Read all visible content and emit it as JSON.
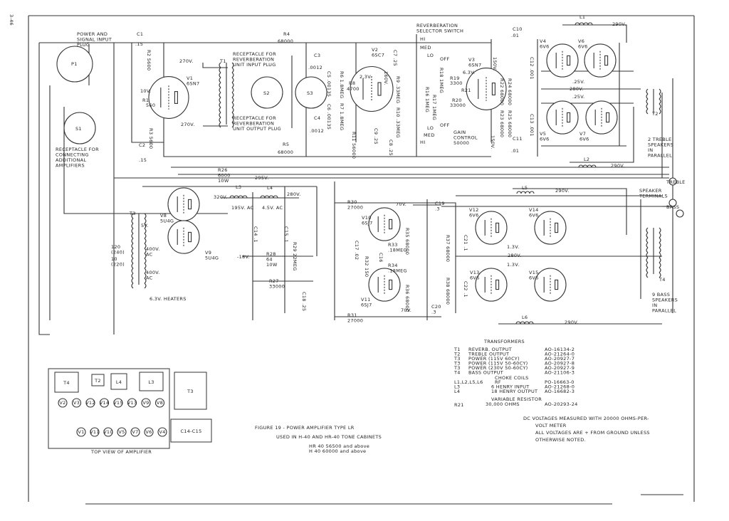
{
  "page_number": "3-46",
  "labels": {
    "plug_title": [
      "POWER AND",
      "SIGNAL INPUT",
      "PLUG"
    ],
    "p1": "P1",
    "s1": "S1",
    "s2": "S2",
    "s3": "S3",
    "receptacle_connecting": [
      "RECEPTACLE FOR",
      "CONNECTING",
      "ADDITIONAL",
      "AMPLIFIERS"
    ],
    "c1": "C1",
    "c1_val": ".15",
    "c2": "C2",
    "c2_val": ".15",
    "r2": "R2 5600",
    "r3": "R3 5600",
    "r4": "R4",
    "r4_val": "68000",
    "r5": "R5",
    "r5_val": "68000",
    "v1": [
      "V1",
      "6SN7"
    ],
    "v1_plate_a": "270V.",
    "v1_plate_b": "270V.",
    "v1_cath": "10V.",
    "r1": "R1",
    "r1_val": "560",
    "t1": "T1",
    "recept_input": [
      "RECEPTACLE FOR",
      "REVERBERATION",
      "UNIT INPUT PLUG"
    ],
    "recept_output": [
      "RECEPTACLE FOR",
      "REVERBERATION",
      "UNIT OUTPUT PLUG"
    ],
    "c3": "C3",
    "c3_val": ".0012",
    "c4": "C4",
    "c4_val": ".0012",
    "c5": "C5 .00135",
    "c6": "C6 .00135",
    "r6": "R6 1.8MEG",
    "r7": "R7 1.8MEG",
    "reverb_switch": [
      "REVERBERATION",
      "SELECTOR SWITCH"
    ],
    "v2": [
      "V2",
      "6SC7"
    ],
    "v2_cath": "2.3V.",
    "r8": "R8",
    "r8_val": "4700",
    "v2_plate": "160V.",
    "r9": "R9 .33MEG",
    "r10": "R10 .33MEG",
    "r11": "R11 56000",
    "c7": "C7 .25",
    "c8": "C8 .25",
    "c9": "C9 .25",
    "sw_hi_top": "HI",
    "sw_med_top": "MED",
    "sw_lo_top": "LO",
    "sw_off_top": "OFF",
    "sw_hi_bot": "HI",
    "sw_med_bot": "MED",
    "sw_lo_bot": "LO",
    "sw_off_bot": "OFF",
    "r16": "R16 1MEG",
    "r17": "R17 1MEG",
    "r18": "R18 1MEG",
    "v3": [
      "V3",
      "6SN7"
    ],
    "v3_cath": "6.3V.",
    "r19": "R19",
    "r19_val": "3300",
    "r20": "R20",
    "r20_val": "33000",
    "r21": "R21",
    "gain_control": [
      "GAIN",
      "CONTROL",
      "50000"
    ],
    "v3_plate_a": "150V.",
    "v3_plate_b": "150V.",
    "r22": "R22 68000",
    "r23": "R23 68000",
    "r24": "R24 68000",
    "r25": "R25 68000",
    "c10": "C10",
    "c10_val": ".01",
    "c11": "C11",
    "c11_val": ".01",
    "c12": "C12 .001",
    "c13": "C13 .001",
    "l1": "L1",
    "l1_v": "290V.",
    "l2": "L2",
    "l2_v": "290V.",
    "v4": [
      "V4",
      "6V6"
    ],
    "v6": [
      "V6",
      "6V6"
    ],
    "v5": [
      "V5",
      "6V6"
    ],
    "v7": [
      "V7",
      "6V6"
    ],
    "bias_a": ".25V.",
    "b_plus": "280V.",
    "bias_b": ".25V.",
    "t2": "T2",
    "treble_speakers": [
      "2 TREBLE",
      "SPEAKERS",
      "IN",
      "PARALLEL"
    ],
    "treble": "TREBLE",
    "speaker_terminals": [
      "SPEAKER",
      "TERMINALS"
    ],
    "bass": "BASS",
    "r26": [
      "R26",
      "6000",
      "10W"
    ],
    "l3": "L3",
    "l3_in": "320V.",
    "l3_ac": "195V. AC",
    "l4": "L4",
    "l4_in": "295V.",
    "l4_out": "280V.",
    "l4_ac": "4.5V. AC",
    "t3": "T3",
    "t3_5v": "5V.",
    "v8": [
      "V8",
      "5U4G"
    ],
    "v9": [
      "V9",
      "5U4G"
    ],
    "hv_a": [
      "400V.",
      "AC"
    ],
    "hv_b": [
      "400V.",
      "AC"
    ],
    "tap_120": [
      "120",
      "(240)"
    ],
    "tap_10": [
      "10",
      "(220)"
    ],
    "c14": "C14 .1",
    "c15": "C15 .1",
    "r29": "R29 22MEG",
    "neg_bias": "-18V.",
    "r28": [
      "R28",
      "64",
      "10W"
    ],
    "r27": [
      "R27",
      "33000"
    ],
    "c18": "C18 .25",
    "heaters": "6.3V. HEATERS",
    "r30": [
      "R30",
      "27000"
    ],
    "r31": [
      "R31",
      "27000"
    ],
    "v10": [
      "V10",
      "6SJ7"
    ],
    "v11": [
      "V11",
      "6SJ7"
    ],
    "v10_plate": "70V.",
    "v11_plate": "70V.",
    "r33": [
      "R33",
      ".18MEG"
    ],
    "r34": [
      "R34",
      ".18MEG"
    ],
    "r35": "R35 68000",
    "r36": "R36 68000",
    "r32": "R32 150",
    "c17": "C17 .02",
    "c16": "C16",
    "c19": [
      "C19",
      ".3"
    ],
    "c20": [
      "C20",
      ".3"
    ],
    "r37": "R37 68000",
    "r38": "R38 68000",
    "c21": "C21 .1",
    "c22": "C22 .1",
    "v12": [
      "V12",
      "6V6"
    ],
    "v14": [
      "V14",
      "6V6"
    ],
    "v13": [
      "V13",
      "6V6"
    ],
    "v15": [
      "V15",
      "6V6"
    ],
    "l5": "L5",
    "l5_v": "290V.",
    "l6": "L6",
    "l6_v": "290V.",
    "bias_c": "1.3V.",
    "b_plus_2": "280V.",
    "bias_d": "1.3V.",
    "t4": "T4",
    "bass_speakers": [
      "9 BASS",
      "SPEAKERS",
      "IN",
      "PARALLEL"
    ]
  },
  "parts_list": {
    "transformers_title": "TRANSFORMERS",
    "transformers": [
      {
        "ref": "T1",
        "desc": "REVERB. OUTPUT",
        "part": "AO-16134-2"
      },
      {
        "ref": "T2",
        "desc": "TREBLE OUTPUT",
        "part": "AO-21264-0"
      },
      {
        "ref": "T3",
        "desc": "POWER (115V 60CY)",
        "part": "AO-20927-7"
      },
      {
        "ref": "T3",
        "desc": "POWER (115V 50-60CY)",
        "part": "AO-20927-8"
      },
      {
        "ref": "T3",
        "desc": "POWER (230V 50-60CY)",
        "part": "AO-20927-9"
      },
      {
        "ref": "T4",
        "desc": "BASS OUTPUT",
        "part": "AO-21106-3"
      }
    ],
    "choke_title": "CHOKE COILS",
    "chokes": [
      {
        "ref": "L1,L2,L5,L6",
        "desc": "RF",
        "part": "PO-16663-0"
      },
      {
        "ref": "L3",
        "desc": "6 HENRY INPUT",
        "part": "AO-21268-0"
      },
      {
        "ref": "L4",
        "desc": "18 HENRY OUTPUT",
        "part": "AO-16682-3"
      }
    ],
    "resistor_title": "VARIABLE RESISTOR",
    "resistor": {
      "ref": "R21",
      "desc": "30,000 OHMS",
      "part": "AO-20293-24"
    }
  },
  "notes": [
    "DC VOLTAGES MEASURED WITH 20000 OHMS-PER-",
    "VOLT METER",
    "ALL VOLTAGES ARE + FROM GROUND UNLESS",
    "OTHERWISE NOTED."
  ],
  "caption": {
    "title": "FIGURE 19 - POWER AMPLIFIER TYPE LR",
    "subtitle": "USED IN H-40 AND HR-40 TONE CABINETS",
    "serial_1": "HR 40  56500 and above",
    "serial_2": "H  40  60000 and above"
  },
  "top_view": {
    "title": "TOP VIEW OF AMPLIFIER",
    "blocks": [
      "T4",
      "T2",
      "L4",
      "L3",
      "T3",
      "C14-C15"
    ],
    "row1": [
      "V2",
      "V3",
      "V12",
      "V14",
      "V15",
      "V13",
      "V9",
      "V8"
    ],
    "row2": [
      "V1",
      "V11",
      "V10",
      "V5",
      "V7",
      "V6",
      "V4"
    ]
  }
}
